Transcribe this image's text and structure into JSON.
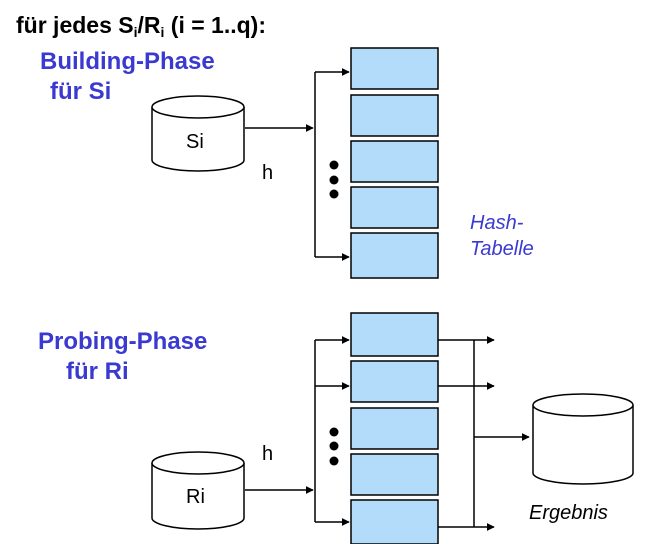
{
  "title": {
    "prefix": "für jedes S",
    "sub1": "i",
    "mid": "/R",
    "sub2": "i",
    "suffix": " (i = 1..q):"
  },
  "building": {
    "line1": "Building-Phase",
    "line2": "für Si",
    "db_label": "Si",
    "hash_label": "h"
  },
  "hash_table_label": {
    "line1": "Hash-",
    "line2": "Tabelle"
  },
  "probing": {
    "line1": "Probing-Phase",
    "line2": "für Ri",
    "db_label": "Ri",
    "hash_label": "h"
  },
  "result_label": "Ergebnis",
  "colors": {
    "phase_text": "#3a3ad0",
    "table_fill": "#b3dcfa",
    "hash_label_text": "#3a3ad0"
  }
}
